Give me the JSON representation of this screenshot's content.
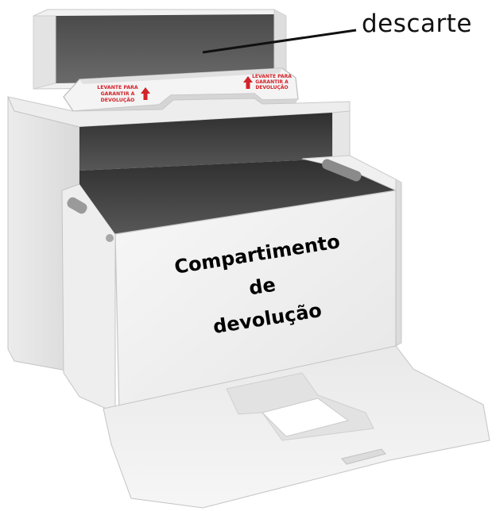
{
  "labels": {
    "descarte": "descarte",
    "compartimento_line1": "Compartimento",
    "compartimento_line2": "de",
    "compartimento_line3": "devolução"
  },
  "tray_print": {
    "left_line1": "LEVANTE PARA",
    "left_line2": "GARANTIR A",
    "left_line3": "DEVOLUÇÃO",
    "right_line1": "LEVANTE PARA",
    "right_line2": "GARANTIR A",
    "right_line3": "DEVOLUÇÃO"
  },
  "colors": {
    "print_red": "#d2232a",
    "panel_white": "#f2f2f2",
    "interior_dark": "#3c3c3c"
  }
}
